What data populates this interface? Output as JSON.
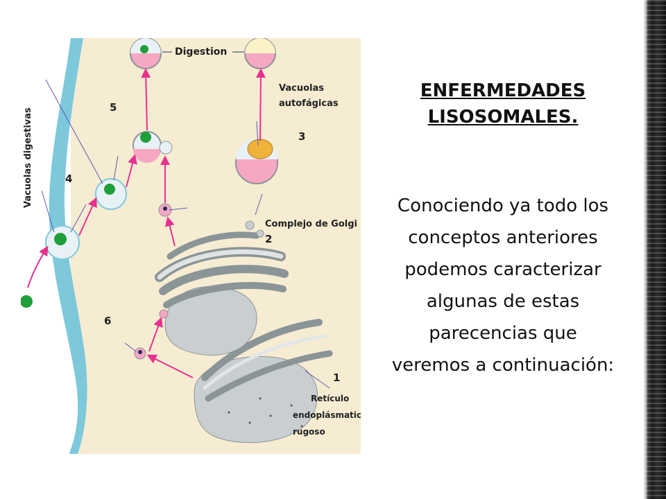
{
  "diagram": {
    "labels": {
      "digestion": "Digestion",
      "vacuolas_digestivas": "Vacuolas  digestivas",
      "vacuolas_autofagicas_1": "Vacuolas",
      "vacuolas_autofagicas_2": "autofágicas",
      "complejo_golgi": "Complejo de Golgi",
      "reticulo_1": "Retículo",
      "reticulo_2": "endoplásmatico",
      "reticulo_3": "rugoso"
    },
    "numbers": [
      "1",
      "2",
      "3",
      "4",
      "5",
      "6"
    ]
  },
  "text": {
    "title_line1": "ENFERMEDADES",
    "title_line2": "LISOSOMALES.",
    "body_line1": "Conociendo ya todo los",
    "body_line2": "conceptos anteriores",
    "body_line3": "podemos caracterizar",
    "body_line4": "algunas de estas",
    "body_line5": "parecencias que",
    "body_line6": "veremos a continuación:"
  },
  "colors": {
    "background_cell": "#f6ecd2",
    "membrane_blue": "#7ec8dc",
    "vesicle_pink": "#f6a7c3",
    "arrow_pink": "#e8318f",
    "organelle_grey": "#c9ced1",
    "material_green": "#1f9e3a"
  }
}
